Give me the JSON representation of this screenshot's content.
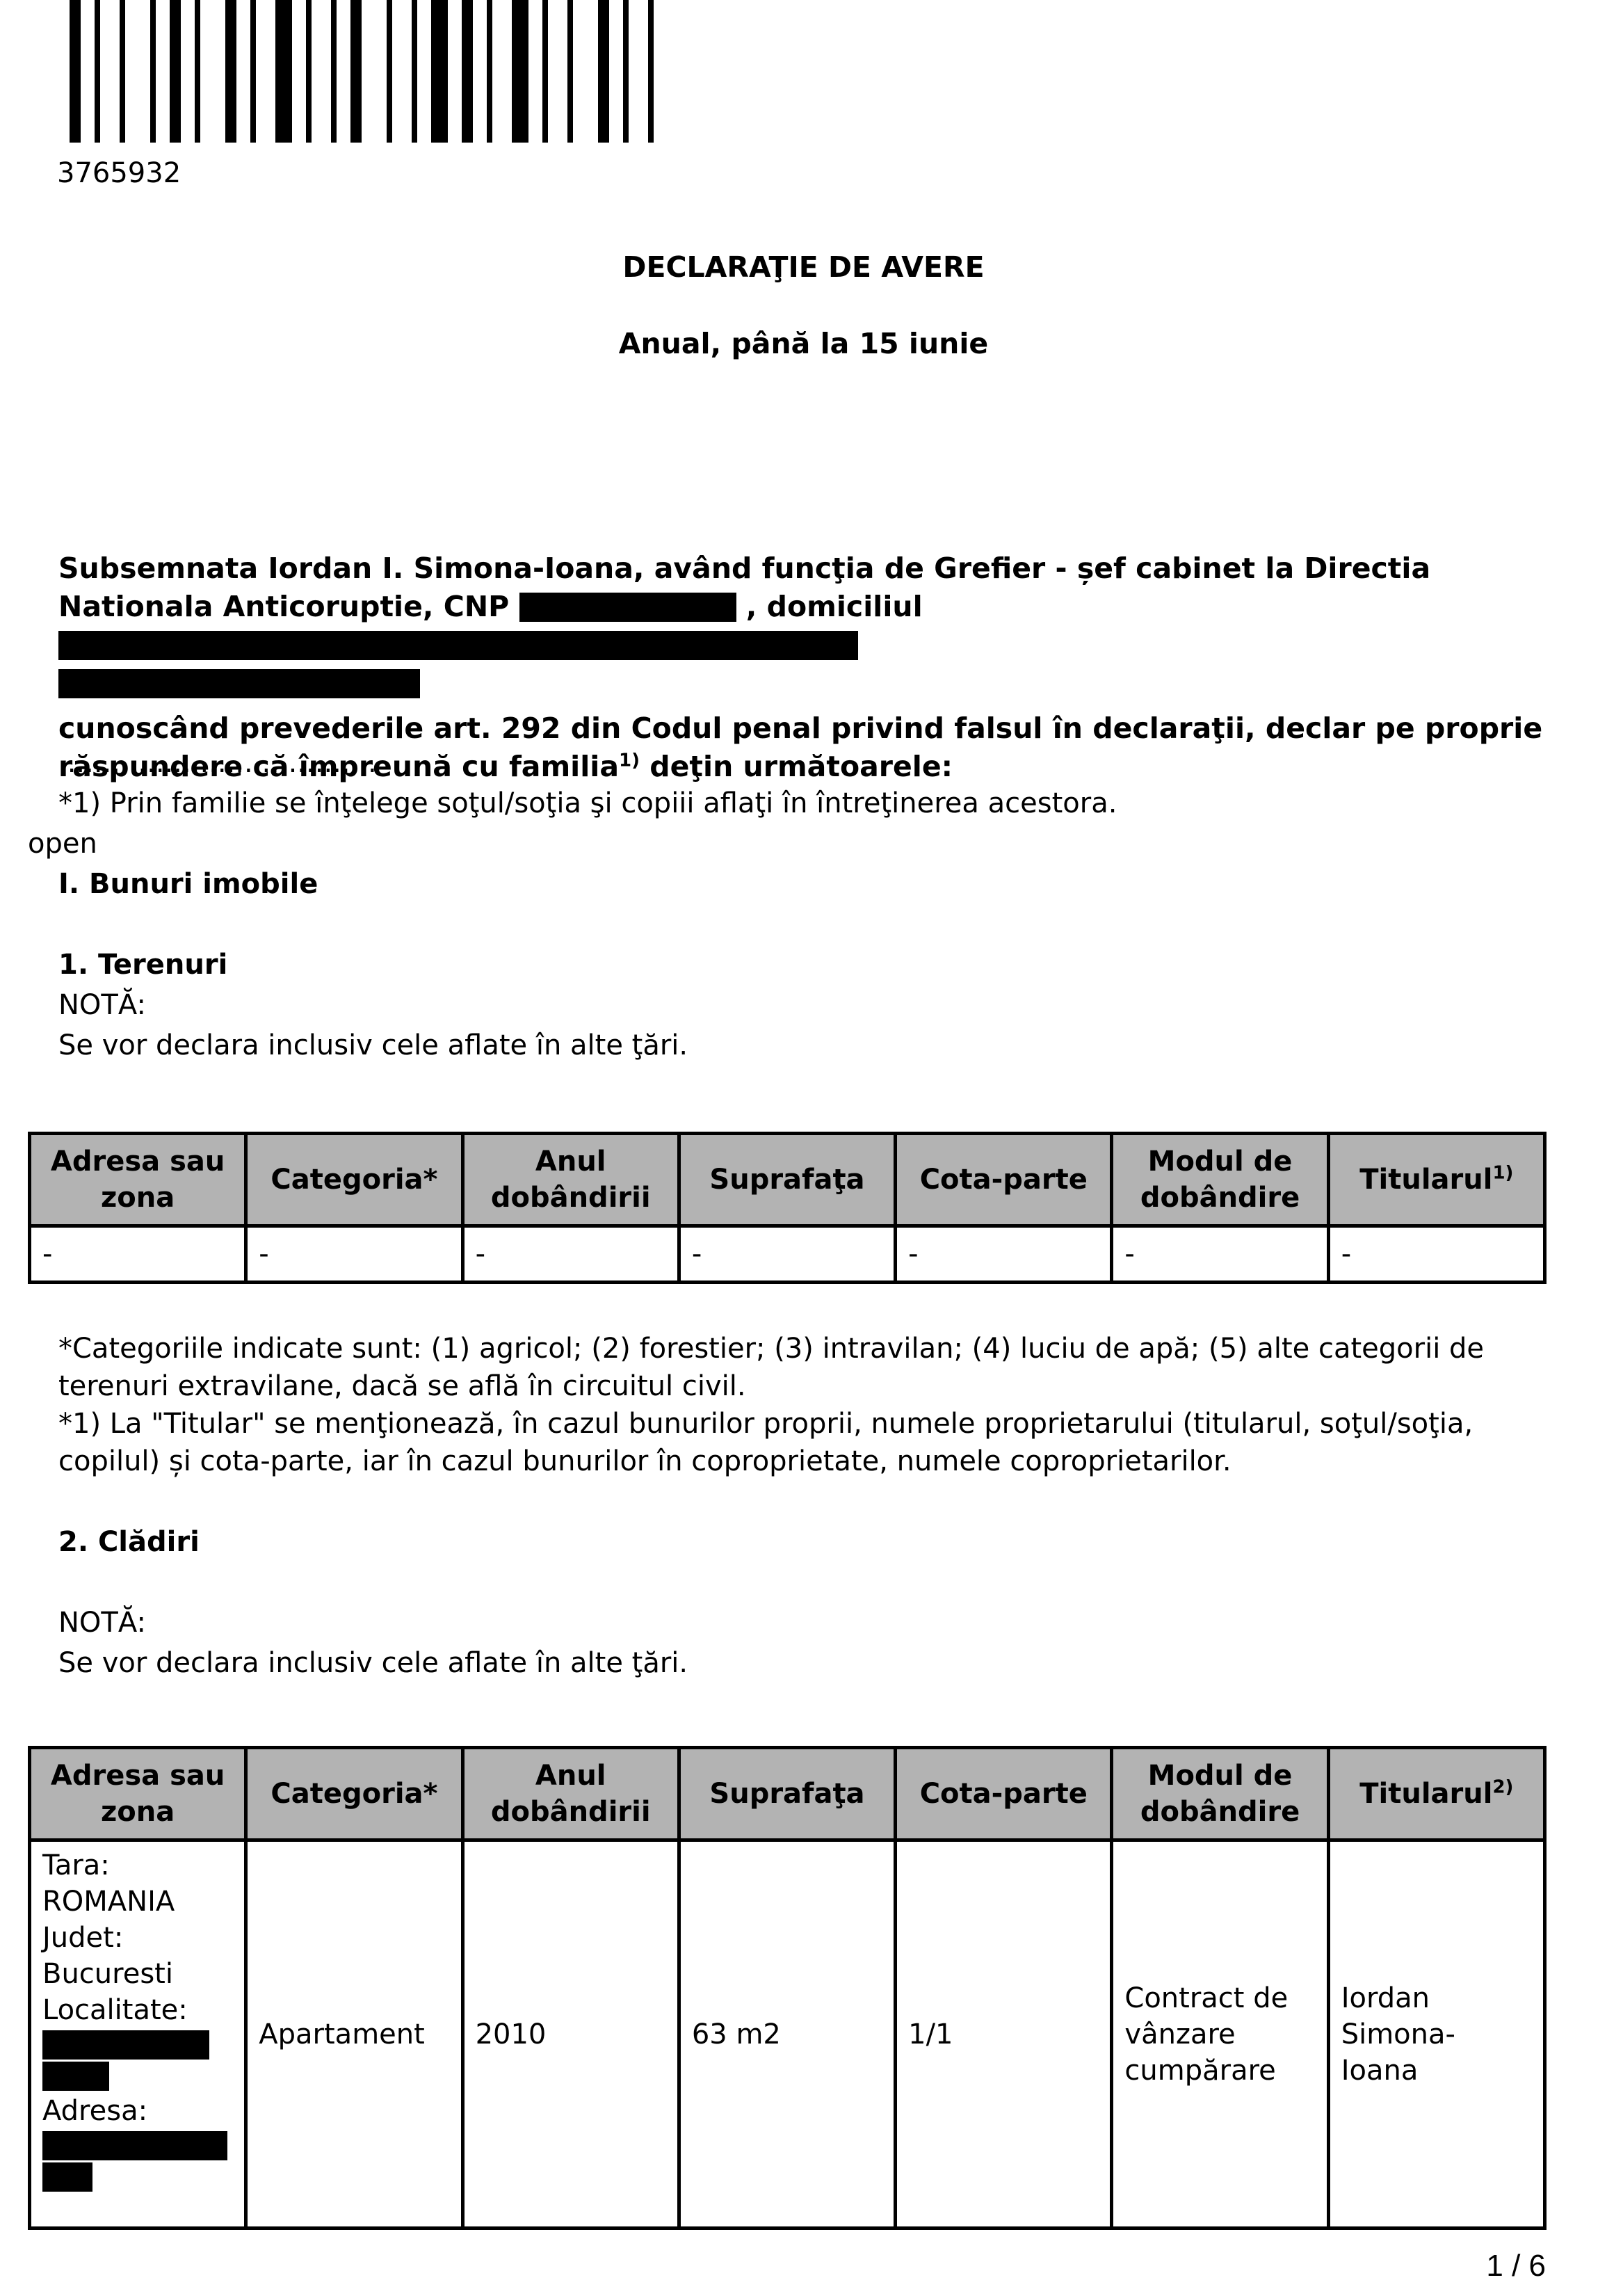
{
  "document": {
    "barcode_number": "3765932",
    "title": "DECLARAŢIE DE AVERE",
    "subtitle": "Anual, până la 15 iunie",
    "page_number": "1 / 6"
  },
  "intro": {
    "line1": "Subsemnata Iordan I. Simona-Ioana, având funcţia de Grefier - șef cabinet la Directia Nationala Anticoruptie, CNP",
    "domicile_label": ", domiciliul",
    "line2a": "cunoscând prevederile art. 292 din Codul penal privind falsul în declaraţii, declar pe proprie răspundere că împreună cu familia",
    "line2_sup": "1)",
    "line2b": " deţin următoarele:",
    "dots": "....................................",
    "footnote": "*1) Prin familie se înţelege soţul/soţia şi copiii aflaţi în întreţinerea acestora.",
    "open": "open"
  },
  "section1": {
    "heading": "I. Bunuri imobile",
    "sub1": "1. Terenuri",
    "nota_label": "NOTĂ:",
    "nota_text": "Se vor declara inclusiv cele aflate în alte ţări."
  },
  "table1": {
    "headers": [
      "Adresa sau zona",
      "Categoria*",
      "Anul dobândirii",
      "Suprafaţa",
      "Cota-parte",
      "Modul de dobândire",
      "Titularul"
    ],
    "titular_sup": "1)",
    "row": [
      "-",
      "-",
      "-",
      "-",
      "-",
      "-",
      "-"
    ]
  },
  "notes1": {
    "categories": "*Categoriile indicate sunt: (1) agricol; (2) forestier; (3) intravilan; (4) luciu de apă; (5) alte categorii de terenuri extravilane, dacă se află în circuitul civil.",
    "titular": "*1) La \"Titular\" se menţionează, în cazul bunurilor proprii, numele proprietarului (titularul, soţul/soţia, copilul) și cota-parte, iar în cazul bunurilor în coproprietate, numele coproprietarilor."
  },
  "section2": {
    "sub2": "2. Clădiri",
    "nota_label": "NOTĂ:",
    "nota_text": "Se vor declara inclusiv cele aflate în alte ţări."
  },
  "table2": {
    "headers": [
      "Adresa sau zona",
      "Categoria*",
      "Anul dobândirii",
      "Suprafaţa",
      "Cota-parte",
      "Modul de dobândire",
      "Titularul"
    ],
    "titular_sup": "2)",
    "address": {
      "tara_label": "Tara:",
      "tara": "ROMANIA",
      "judet_label": "Judet:",
      "judet": "Bucuresti",
      "localitate_label": "Localitate:",
      "adresa_label": "Adresa:"
    },
    "row": {
      "categoria": "Apartament",
      "anul": "2010",
      "suprafata": "63 m2",
      "cota": "1/1",
      "modul": "Contract de vânzare cumpărare",
      "titular": "Iordan Simona-Ioana"
    }
  }
}
